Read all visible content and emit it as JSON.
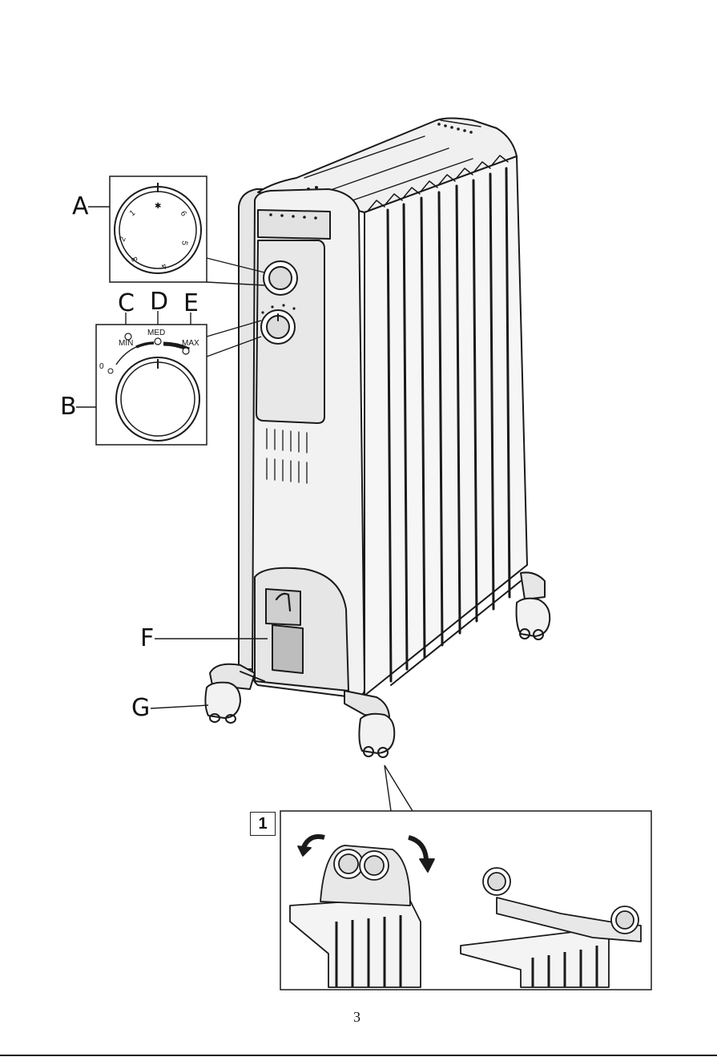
{
  "callouts": {
    "a": "A",
    "b": "B",
    "c": "C",
    "d": "D",
    "e": "E",
    "f": "F",
    "g": "G"
  },
  "thermostat_dial": {
    "marks": [
      "1",
      "2",
      "3",
      "4",
      "5",
      "6",
      "✱"
    ]
  },
  "power_dial": {
    "off": "0",
    "min": "MIN",
    "med": "MED",
    "max": "MAX"
  },
  "figure": {
    "number": "1"
  },
  "page_number": "3"
}
